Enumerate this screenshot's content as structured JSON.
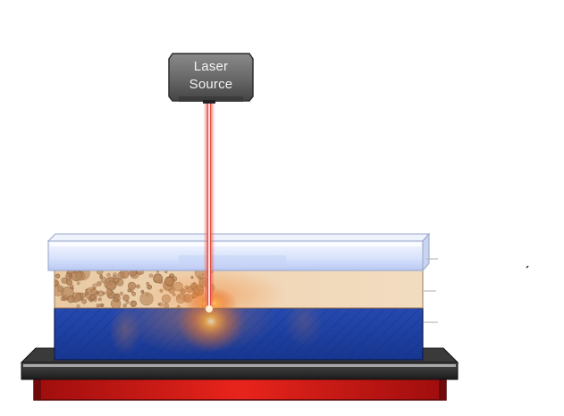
{
  "diagram": {
    "laser_source": {
      "label_line1": "Laser",
      "label_line2": "Source"
    },
    "layers": [
      "transparent-cover",
      "porous-tissue",
      "absorbing-substrate",
      "stage-plate",
      "heater-base"
    ],
    "colors": {
      "housing": "#6b6b6b",
      "beam": "#e8322a",
      "cover": "#dde6f8",
      "tissue": "#ecd2b0",
      "substrate": "#1f3fa3",
      "hotspot": "#ff8a2a",
      "plate": "#2b2b2b",
      "heater": "#d8181a"
    }
  }
}
